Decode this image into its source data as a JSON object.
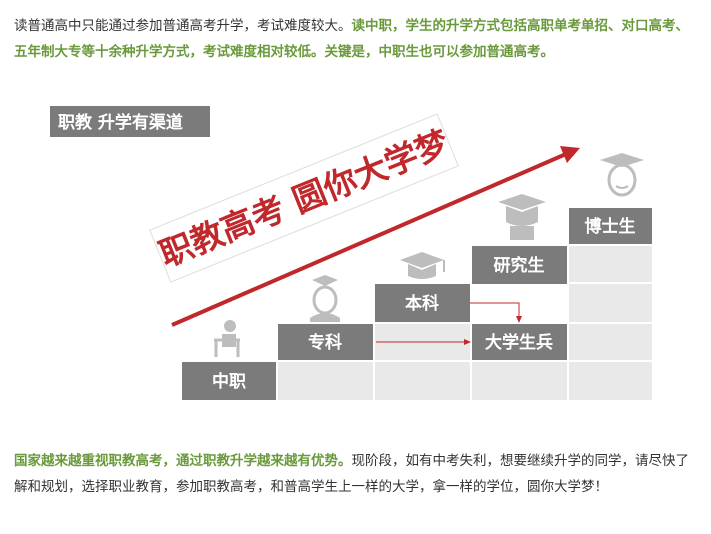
{
  "intro": {
    "plain": "读普通高中只能通过参加普通高考升学，考试难度较大。",
    "highlight": "读中职，学生的升学方式包括高职单考单招、对口高考、五年制大专等十余种升学方式，考试难度相对较低。关键是，中职生也可以参加普通高考。"
  },
  "infographic": {
    "header_tag": "职教 升学有渠道",
    "slogan": "职教高考 圆你大学梦",
    "steps": {
      "zhongzhi": "中职",
      "zhuanke": "专科",
      "benke": "本科",
      "yanjiusheng": "研究生",
      "boshisheng": "博士生",
      "daxueshengbing": "大学生兵"
    },
    "colors": {
      "accent_red": "#c0282b",
      "step_dark": "#7b7b7b",
      "step_light": "#e9e9e9",
      "icon_gray": "#bdbdbd"
    }
  },
  "outro": {
    "highlight": "国家越来越重视职教高考，通过职教升学越来越有优势。",
    "plain": "现阶段，如有中考失利，想要继续升学的同学，请尽快了解和规划，选择职业教育，参加职教高考，和普高学生上一样的大学，拿一样的学位，圆你大学梦！"
  }
}
